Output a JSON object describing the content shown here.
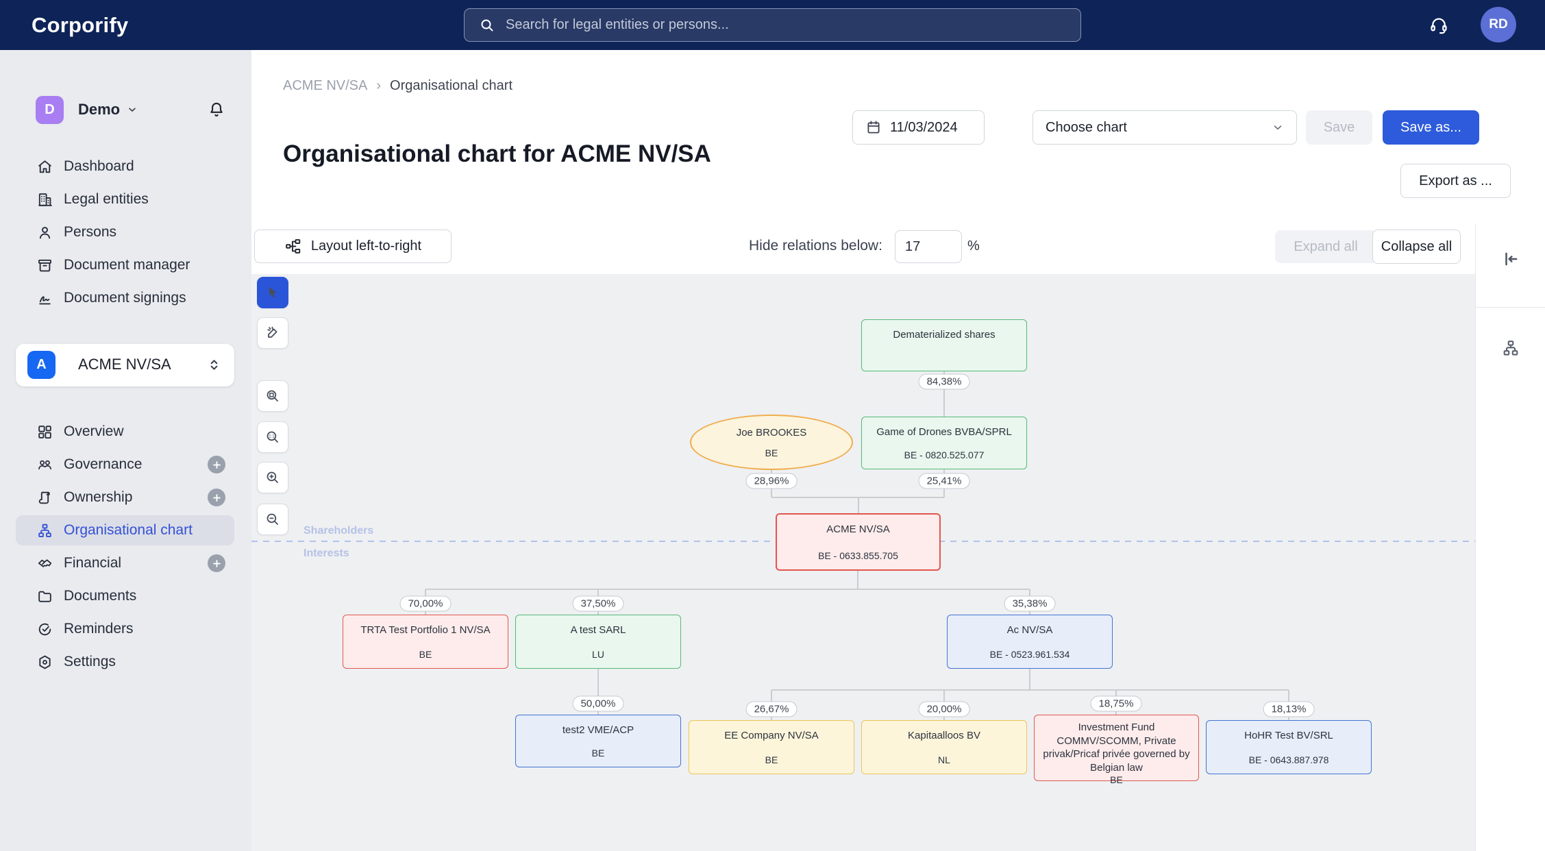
{
  "brand": "Corporify",
  "topbar": {
    "search_placeholder": "Search for legal entities or persons...",
    "avatar_initials": "RD"
  },
  "sidebar": {
    "workspace_initial": "D",
    "workspace_name": "Demo",
    "nav_top": [
      {
        "label": "Dashboard"
      },
      {
        "label": "Legal entities"
      },
      {
        "label": "Persons"
      },
      {
        "label": "Document manager"
      },
      {
        "label": "Document signings"
      }
    ],
    "entity_initial": "A",
    "entity_name": "ACME NV/SA",
    "nav_entity": [
      {
        "label": "Overview"
      },
      {
        "label": "Governance",
        "has_plus": true
      },
      {
        "label": "Ownership",
        "has_plus": true
      },
      {
        "label": "Organisational chart",
        "active": true
      },
      {
        "label": "Financial",
        "has_plus": true
      },
      {
        "label": "Documents"
      },
      {
        "label": "Reminders"
      },
      {
        "label": "Settings"
      }
    ]
  },
  "header": {
    "breadcrumb_parent": "ACME NV/SA",
    "breadcrumb_sep": "›",
    "breadcrumb_current": "Organisational chart",
    "title": "Organisational chart for ACME NV/SA",
    "date_value": "11/03/2024",
    "choose_chart_placeholder": "Choose chart",
    "save_label": "Save",
    "save_as_label": "Save as...",
    "export_label": "Export as ..."
  },
  "toolbar": {
    "layout_label": "Layout left-to-right",
    "hide_relations_label": "Hide relations below:",
    "hide_relations_value": "17",
    "percent_suffix": "%",
    "expand_all_label": "Expand all",
    "collapse_all_label": "Collapse all"
  },
  "chart": {
    "lane_above": "Shareholders",
    "lane_below": "Interests",
    "nodes": [
      {
        "label": "Dematerialized shares",
        "sub": "",
        "type": "green"
      },
      {
        "label": "Joe BROOKES",
        "sub": "BE",
        "type": "yellow-ellipse"
      },
      {
        "label": "Game of Drones BVBA/SPRL",
        "sub": "BE - 0820.525.077",
        "type": "green"
      },
      {
        "label": "ACME NV/SA",
        "sub": "BE - 0633.855.705",
        "type": "red"
      },
      {
        "label": "TRTA Test Portfolio 1 NV/SA",
        "sub": "BE",
        "type": "red"
      },
      {
        "label": "A test SARL",
        "sub": "LU",
        "type": "green"
      },
      {
        "label": "Ac NV/SA",
        "sub": "BE - 0523.961.534",
        "type": "blue"
      },
      {
        "label": "test2 VME/ACP",
        "sub": "BE",
        "type": "blue"
      },
      {
        "label": "EE Company NV/SA",
        "sub": "BE",
        "type": "yellow"
      },
      {
        "label": "Kapitaalloos BV",
        "sub": "NL",
        "type": "yellow"
      },
      {
        "label": "Investment Fund COMMV/SCOMM, Private privak/Pricaf privée governed by Belgian law",
        "sub": "BE",
        "type": "red"
      },
      {
        "label": "HoHR Test BV/SRL",
        "sub": "BE - 0643.887.978",
        "type": "blue"
      }
    ],
    "badges": [
      "84,38%",
      "28,96%",
      "25,41%",
      "70,00%",
      "37,50%",
      "35,38%",
      "50,00%",
      "26,67%",
      "20,00%",
      "18,75%",
      "18,13%"
    ],
    "colors": {
      "navbar": "#0e2357",
      "primary_blue": "#2d5bdb",
      "green_fill": "#e9f7ee",
      "green_border": "#57b87b",
      "red_fill": "#fdeceb",
      "red_border": "#e2564f",
      "blue_fill": "#e7eef9",
      "blue_border": "#4273d2",
      "yellow_fill": "#fdf5da",
      "yellow_border": "#eec45a",
      "lane_line": "#b3c1ec"
    },
    "icons": [
      "search-icon",
      "headset-icon",
      "bell-icon",
      "chevron-down-icon",
      "home-icon",
      "building-icon",
      "person-icon",
      "archive-icon",
      "signature-icon",
      "grid-icon",
      "people-icon",
      "scroll-icon",
      "orgchart-icon",
      "handshake-icon",
      "folder-icon",
      "check-circle-icon",
      "gear-icon",
      "plus-icon",
      "calendar-icon",
      "layout-icon",
      "cursor-icon",
      "multi-select-icon",
      "zoom-fit-icon",
      "zoom-actual-icon",
      "zoom-in-icon",
      "zoom-out-icon",
      "collapse-panel-icon"
    ]
  }
}
